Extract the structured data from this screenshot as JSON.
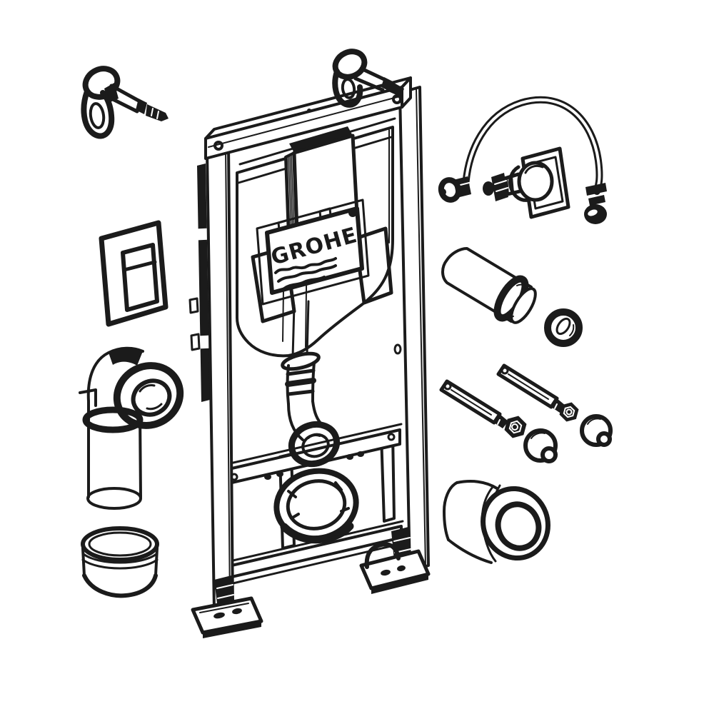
{
  "colors": {
    "bg": "#ffffff",
    "line": "#1b1b1b"
  },
  "brand": {
    "logo_text": "GROHE"
  },
  "illustration": {
    "style": "black-and-white technical line drawing, exploded parts view",
    "subject": "wall-hung toilet installation frame with concealed cistern and mounting parts",
    "parts": [
      {
        "id": "wall-anchor-left",
        "name": "wall anchor with hook screw"
      },
      {
        "id": "wall-anchor-mounted",
        "name": "wall anchor mounted on frame top"
      },
      {
        "id": "flush-actuation-plate",
        "name": "flush actuation plate with dual button"
      },
      {
        "id": "drain-elbow",
        "name": "90-degree drain elbow pipe with socket"
      },
      {
        "id": "sealing-cap",
        "name": "round sealing sleeve cap"
      },
      {
        "id": "installation-frame",
        "name": "steel installation frame with legs and feet"
      },
      {
        "id": "concealed-cistern",
        "name": "concealed flushing cistern"
      },
      {
        "id": "inspection-box",
        "name": "inspection shaft box"
      },
      {
        "id": "grohe-logo-plate",
        "name": "brand logo cover plate"
      },
      {
        "id": "flush-bend",
        "name": "flush bend pipe with socket ring"
      },
      {
        "id": "pan-mounting-ring",
        "name": "pan mounting bracket with circular opening"
      },
      {
        "id": "water-supply-hose",
        "name": "curved water supply hose with angle valve"
      },
      {
        "id": "flush-pipe",
        "name": "flush pipe cylinder"
      },
      {
        "id": "seal-ring",
        "name": "rubber seal ring"
      },
      {
        "id": "threaded-stud-1",
        "name": "threaded mounting stud"
      },
      {
        "id": "threaded-stud-2",
        "name": "threaded mounting stud"
      },
      {
        "id": "hex-nut-1",
        "name": "hexagon nut"
      },
      {
        "id": "hex-nut-2",
        "name": "hexagon nut"
      },
      {
        "id": "cover-cap-1",
        "name": "dome cover cap"
      },
      {
        "id": "cover-cap-2",
        "name": "dome cover cap"
      },
      {
        "id": "pan-connector-sleeve",
        "name": "tapered pan connector sleeve"
      }
    ]
  }
}
